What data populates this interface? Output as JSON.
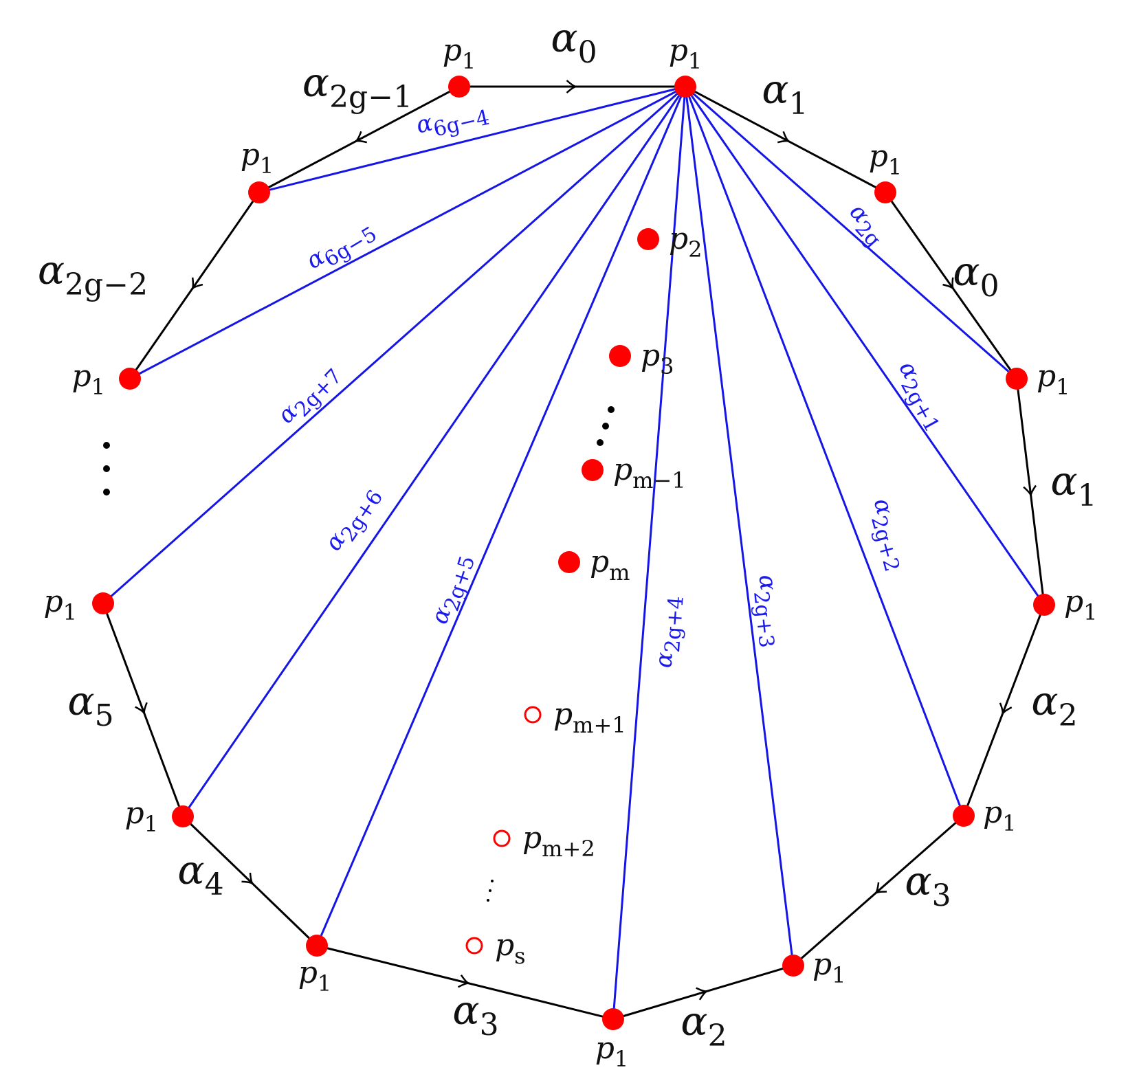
{
  "colors": {
    "vertex": "#ff0000",
    "polygon_edge": "#000000",
    "diagonal": "#1515e6",
    "label_text": "#111111"
  },
  "vertex_label": {
    "base": "p",
    "sub": "1"
  },
  "polygon_edge_labels": [
    {
      "base": "α",
      "sub": "0"
    },
    {
      "base": "α",
      "sub": "1"
    },
    {
      "base": "α",
      "sub": "0"
    },
    {
      "base": "α",
      "sub": "1"
    },
    {
      "base": "α",
      "sub": "2"
    },
    {
      "base": "α",
      "sub": "3"
    },
    {
      "base": "α",
      "sub": "2"
    },
    {
      "base": "α",
      "sub": "3"
    },
    {
      "base": "α",
      "sub": "4"
    },
    {
      "base": "α",
      "sub": "5"
    },
    {
      "base": "α",
      "sub": "2g−2"
    },
    {
      "base": "α",
      "sub": "2g−1"
    }
  ],
  "diagonal_labels": [
    {
      "base": "α",
      "sub": "2g"
    },
    {
      "base": "α",
      "sub": "2g+1"
    },
    {
      "base": "α",
      "sub": "2g+2"
    },
    {
      "base": "α",
      "sub": "2g+3"
    },
    {
      "base": "α",
      "sub": "2g+4"
    },
    {
      "base": "α",
      "sub": "2g+5"
    },
    {
      "base": "α",
      "sub": "2g+6"
    },
    {
      "base": "α",
      "sub": "2g+7"
    },
    {
      "base": "α",
      "sub": "6g−5"
    },
    {
      "base": "α",
      "sub": "6g−4"
    }
  ],
  "interior_points": [
    {
      "base": "p",
      "sub": "2",
      "filled": true
    },
    {
      "base": "p",
      "sub": "3",
      "filled": true
    },
    {
      "base": "p",
      "sub": "m−1",
      "filled": true
    },
    {
      "base": "p",
      "sub": "m",
      "filled": true
    },
    {
      "base": "p",
      "sub": "m+1",
      "filled": false
    },
    {
      "base": "p",
      "sub": "m+2",
      "filled": false
    },
    {
      "base": "p",
      "sub": "s",
      "filled": false
    }
  ]
}
